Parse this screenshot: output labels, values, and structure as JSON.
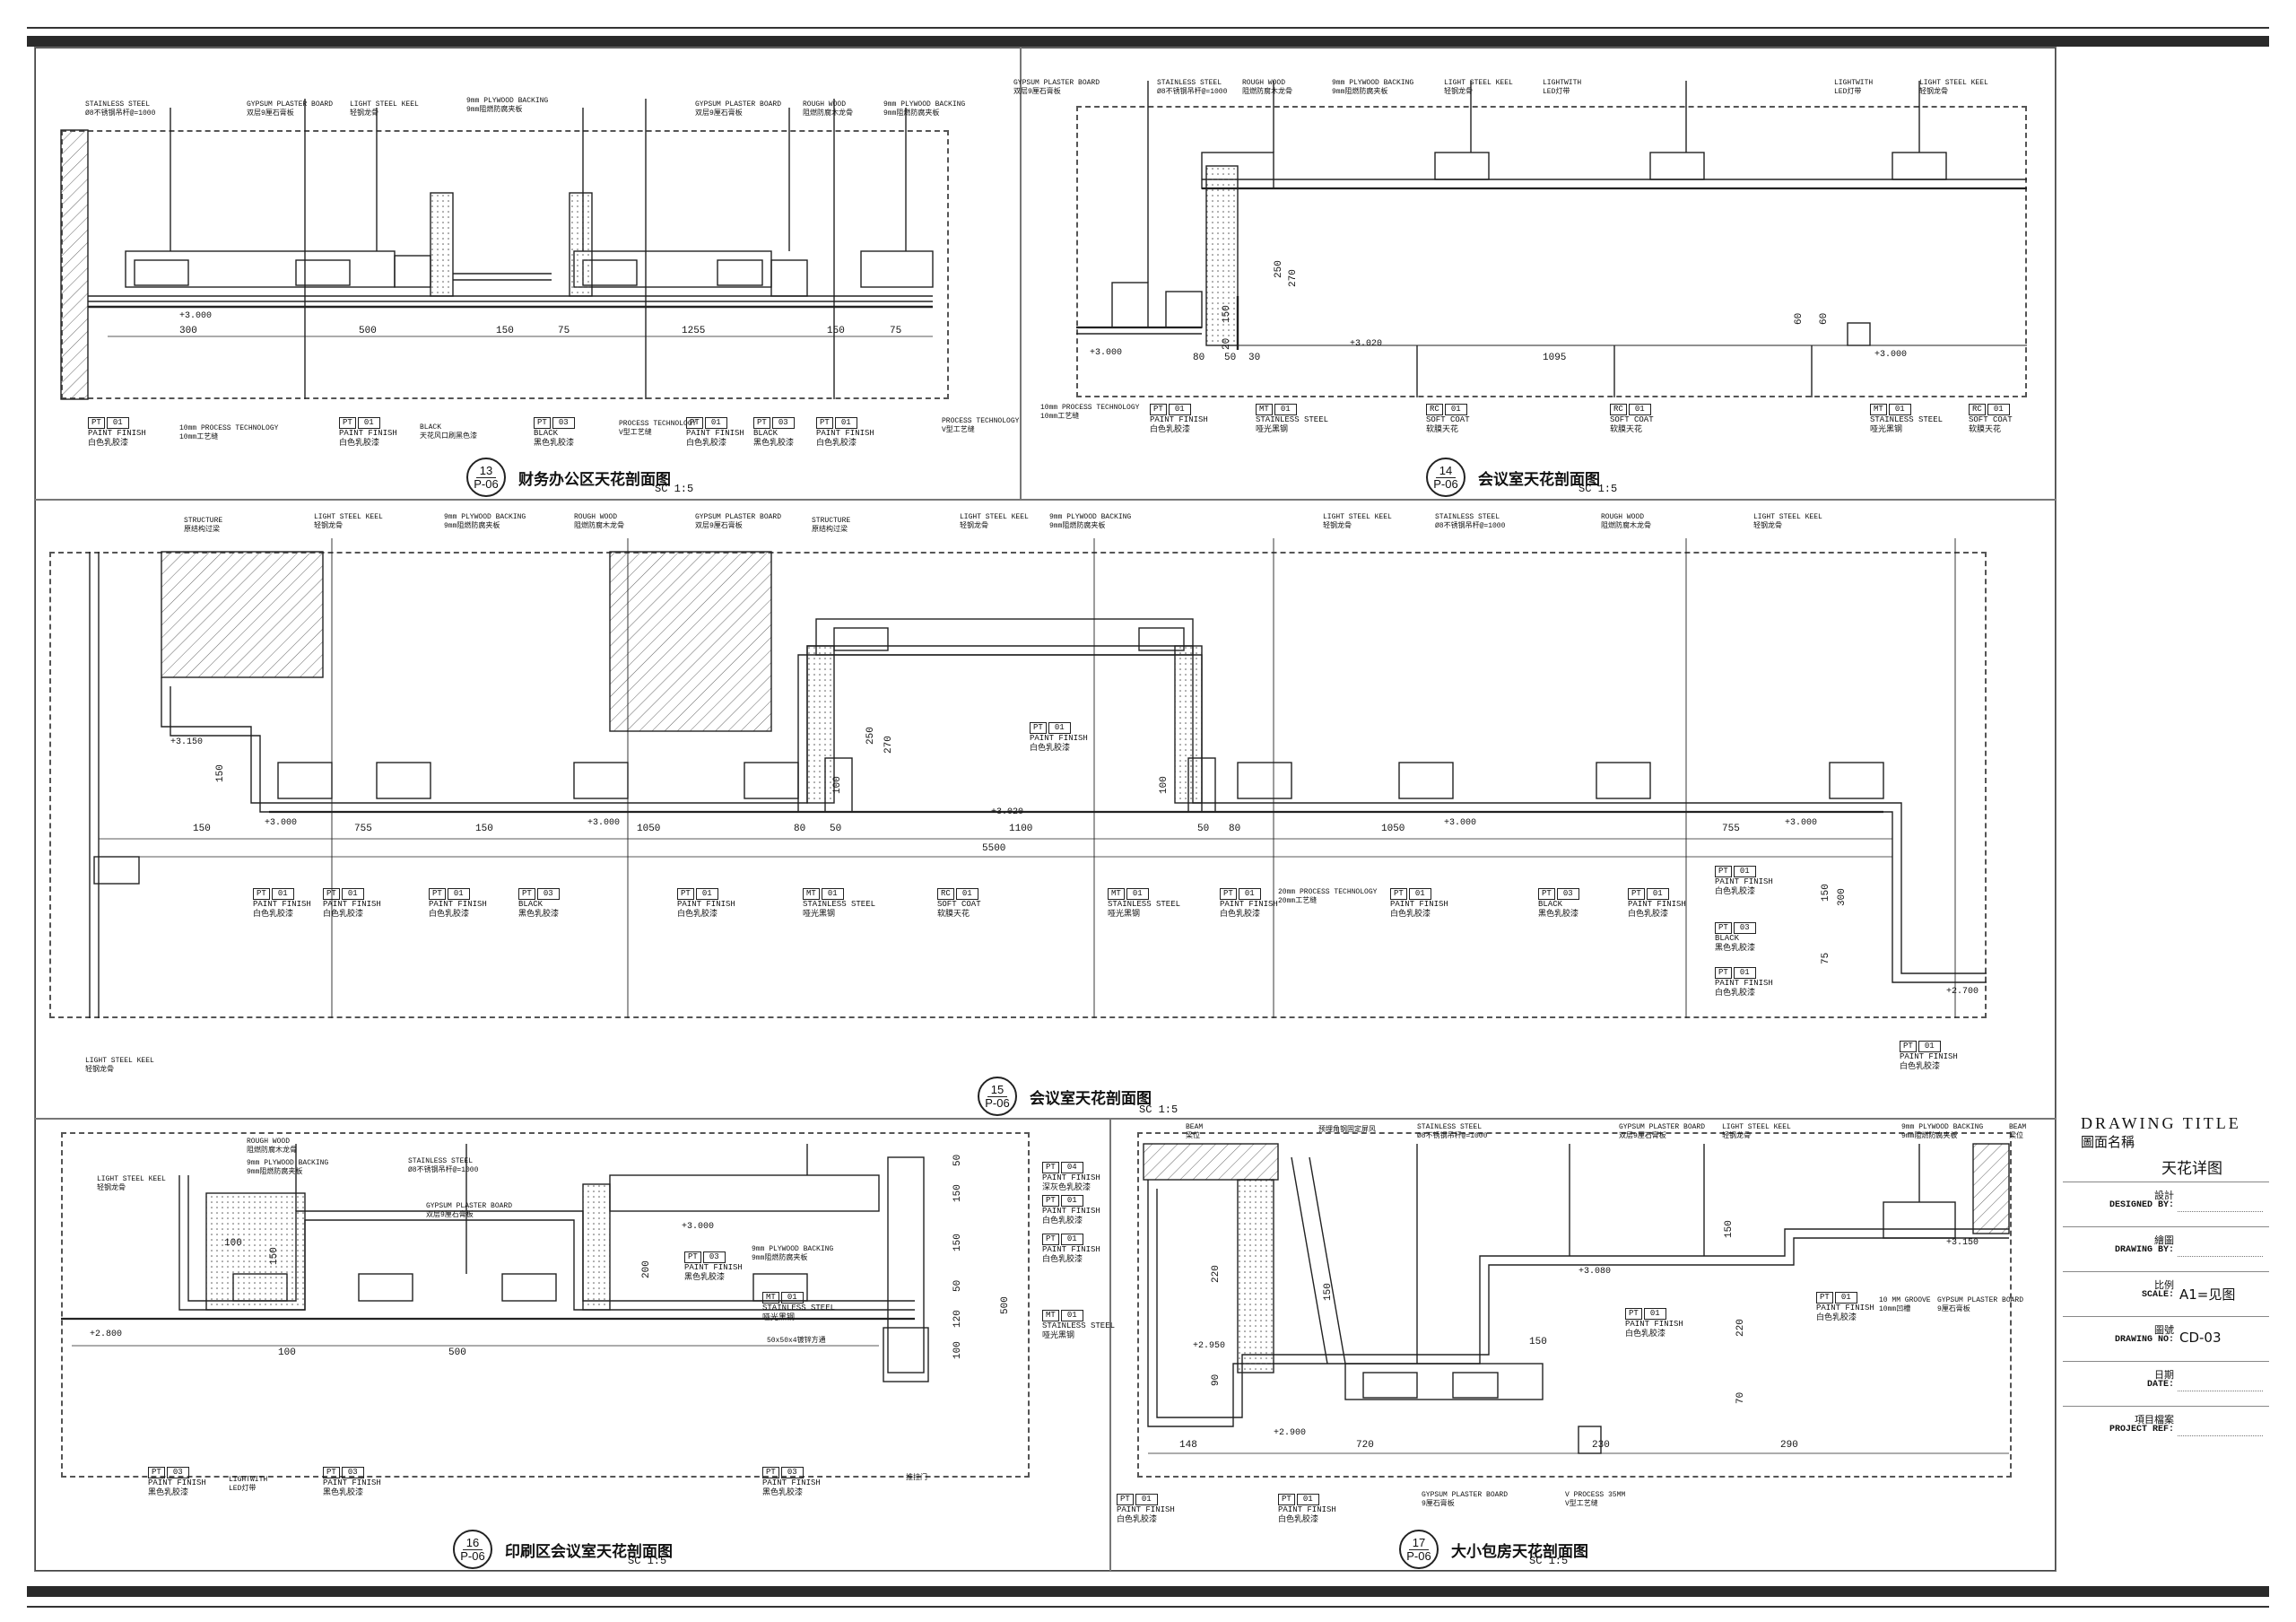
{
  "sections": [
    {
      "num": "13",
      "sheet": "P-06",
      "title": "财务办公区天花剖面图",
      "scale": "SC 1:5"
    },
    {
      "num": "14",
      "sheet": "P-06",
      "title": "会议室天花剖面图",
      "scale": "SC 1:5"
    },
    {
      "num": "15",
      "sheet": "P-06",
      "title": "会议室天花剖面图",
      "scale": "SC 1:5"
    },
    {
      "num": "16",
      "sheet": "P-06",
      "title": "印刷区会议室天花剖面图",
      "scale": "SC 1:5"
    },
    {
      "num": "17",
      "sheet": "P-06",
      "title": "大小包房天花剖面图",
      "scale": "SC 1:5"
    }
  ],
  "notes": {
    "stainless": [
      "STAINLESS STEEL",
      "Ø8不锈钢吊杆@=1000"
    ],
    "gypsum": [
      "GYPSUM PLASTER BOARD",
      "双层9厘石膏板"
    ],
    "keel": [
      "LIGHT STEEL KEEL",
      "轻钢龙骨"
    ],
    "plywood": [
      "9mm PLYWOOD BACKING",
      "9mm阻燃防腐夹板"
    ],
    "rough": [
      "ROUGH WOOD",
      "阻燃防腐木龙骨"
    ],
    "lightwith": [
      "LIGHTWITH",
      "LED灯带"
    ],
    "structure": [
      "STRUCTURE",
      "原结构过梁"
    ],
    "beam": [
      "BEAM",
      "梁位"
    ],
    "process10": [
      "10mm PROCESS TECHNOLOGY",
      "10mm工艺缝"
    ],
    "processv": [
      "PROCESS TECHNOLOGY",
      "V型工艺缝"
    ],
    "process20": [
      "20mm PROCESS TECHNOLOGY",
      "20mm工艺缝"
    ],
    "vprocess": [
      "V PROCESS 35MM",
      "V型工艺缝"
    ],
    "groove": [
      "10 MM GROOVE",
      "10mm凹槽"
    ],
    "gypsum9": [
      "GYPSUM PLASTER BOARD",
      "9厘石膏板"
    ],
    "blackvent": [
      "BLACK",
      "天花风口刷黑色漆"
    ],
    "angle": [
      "预埋角钢固定屏风"
    ],
    "bracket": [
      "50x50x4镀锌方通"
    ],
    "door": [
      "推拉门"
    ]
  },
  "tags": {
    "pt01": {
      "code": "PT",
      "num": "01",
      "en": "PAINT FINISH",
      "zh": "白色乳胶漆"
    },
    "pt03": {
      "code": "PT",
      "num": "03",
      "en": "BLACK",
      "zh": "黑色乳胶漆"
    },
    "pt03b": {
      "code": "PT",
      "num": "03",
      "en": "PAINT FINISH",
      "zh": "黑色乳胶漆"
    },
    "pt04": {
      "code": "PT",
      "num": "04",
      "en": "PAINT FINISH",
      "zh": "深灰色乳胶漆"
    },
    "mt01": {
      "code": "MT",
      "num": "01",
      "en": "STAINLESS STEEL",
      "zh": "哑光黑钢"
    },
    "rc01": {
      "code": "RC",
      "num": "01",
      "en": "SOFT COAT",
      "zh": "软膜天花"
    }
  },
  "dims": {
    "s13": [
      "300",
      "500",
      "150",
      "75",
      "1255",
      "150",
      "75"
    ],
    "s14": [
      "80",
      "50",
      "30",
      "1095",
      "250",
      "270",
      "150",
      "20",
      "60",
      "60"
    ],
    "s15": [
      "150",
      "755",
      "150",
      "1050",
      "80",
      "50",
      "1100",
      "5500",
      "50",
      "80",
      "1050",
      "755",
      "250",
      "270",
      "100",
      "100",
      "300",
      "150",
      "75",
      "150"
    ],
    "s16": [
      "100",
      "150",
      "100",
      "500",
      "200",
      "150",
      "150",
      "50",
      "120",
      "500",
      "50",
      "100"
    ],
    "s17": [
      "148",
      "720",
      "150",
      "220",
      "230",
      "290",
      "150",
      "90",
      "70",
      "150",
      "220"
    ]
  },
  "levels": {
    "l3000": "+3.000",
    "l3020": "+3.020",
    "l3150": "+3.150",
    "l2700": "+2.700",
    "l2800": "+2.800",
    "l2900": "+2.900",
    "l2950": "+2.950",
    "l3080": "+3.080"
  },
  "title_block": {
    "heading_en": "DRAWING TITLE",
    "heading_zh": "圖面名稱",
    "drawing_title": "天花详图",
    "rows": [
      {
        "zh": "設計",
        "en": "DESIGNED BY:",
        "value": ""
      },
      {
        "zh": "繪圖",
        "en": "DRAWING BY:",
        "value": ""
      },
      {
        "zh": "比例",
        "en": "SCALE:",
        "value": "A1=见图"
      },
      {
        "zh": "圖號",
        "en": "DRAWING NO:",
        "value": "CD-03"
      },
      {
        "zh": "日期",
        "en": "DATE:",
        "value": ""
      },
      {
        "zh": "項目檔案",
        "en": "PROJECT REF:",
        "value": ""
      }
    ]
  }
}
